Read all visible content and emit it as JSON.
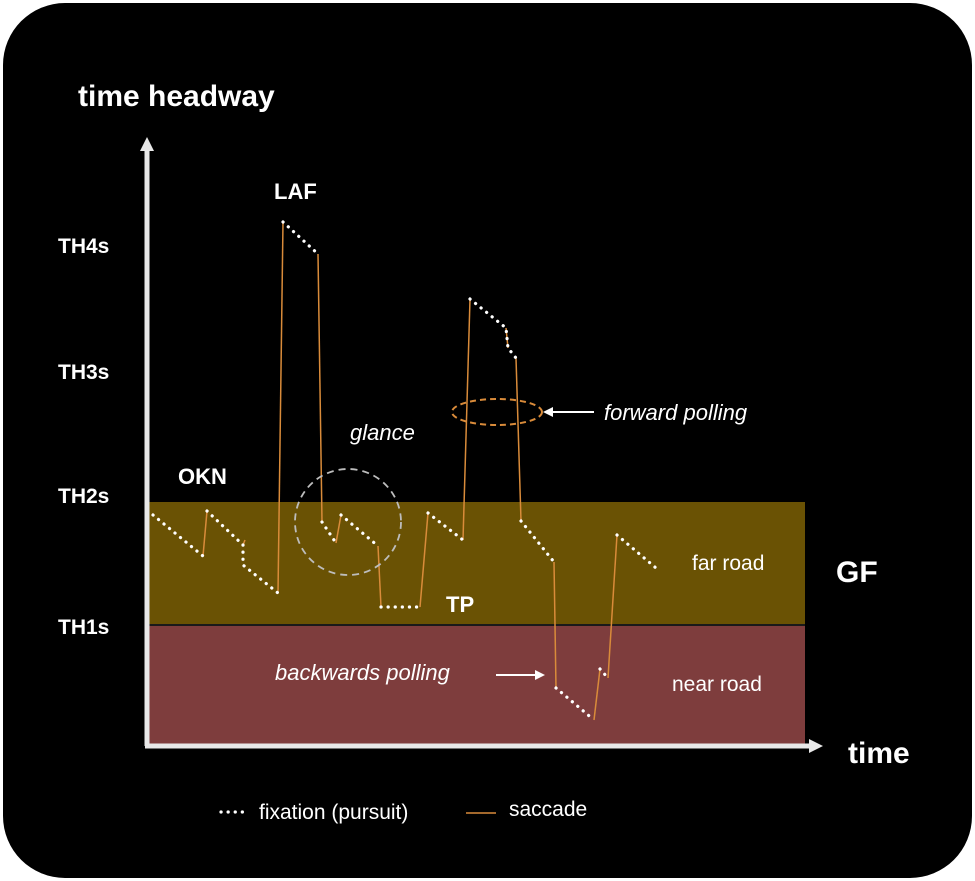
{
  "axes": {
    "y_label": "time headway",
    "x_label": "time",
    "y_ticks": [
      "TH4s",
      "TH3s",
      "TH2s",
      "TH1s"
    ]
  },
  "regions": {
    "far_road": "far road",
    "near_road": "near road",
    "gf": "GF"
  },
  "annotations": {
    "okn": "OKN",
    "laf": "LAF",
    "glance": "glance",
    "tp": "TP",
    "forward_polling": "forward polling",
    "backwards_polling": "backwards polling"
  },
  "legend": {
    "fixation": "fixation (pursuit)",
    "saccade": "saccade"
  },
  "colors": {
    "background": "#000000",
    "far_road_band": "#6a5204",
    "near_road_band": "#7e3d3d",
    "saccade": "#d98b3a",
    "fixation": "#ffffff",
    "axis": "#e8e8e8"
  }
}
